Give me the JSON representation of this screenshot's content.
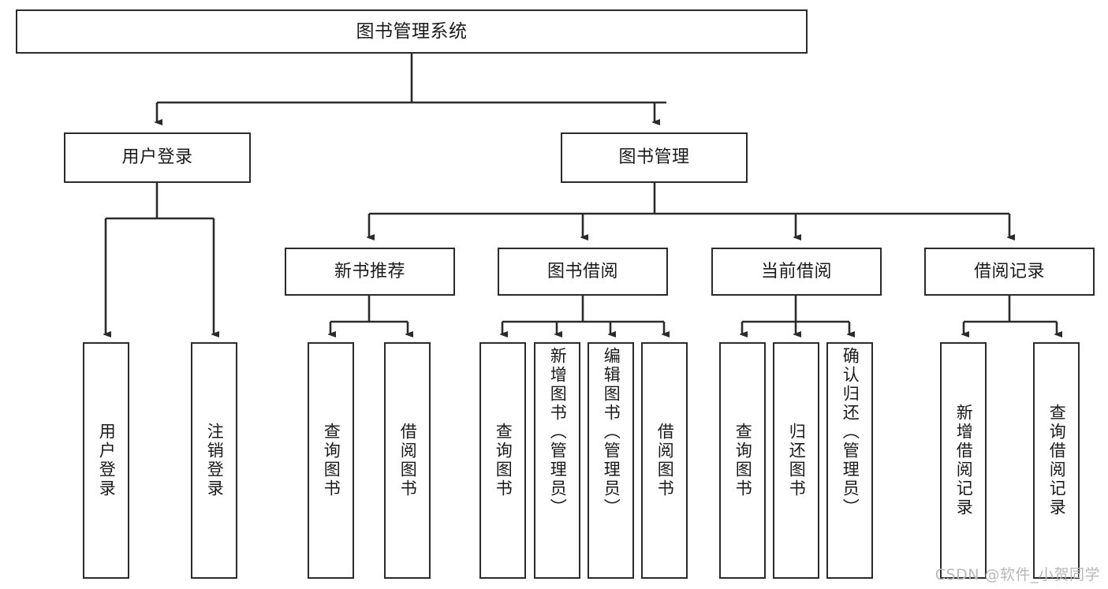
{
  "diagram": {
    "title": "图书管理系统",
    "type": "tree-hierarchy-chart",
    "line_color": "#2b2b2b",
    "box_fill": "#ffffff",
    "text_color": "#1a1a1a"
  },
  "root": {
    "label": "图书管理系统"
  },
  "level1": [
    {
      "label": "用户登录"
    },
    {
      "label": "图书管理"
    }
  ],
  "level2": [
    {
      "label": "新书推荐"
    },
    {
      "label": "图书借阅"
    },
    {
      "label": "当前借阅"
    },
    {
      "label": "借阅记录"
    }
  ],
  "leaves": {
    "user_login": [
      {
        "label": "用户登录"
      },
      {
        "label": "注销登录"
      }
    ],
    "new_book_recommend": [
      {
        "label": "查询图书"
      },
      {
        "label": "借阅图书"
      }
    ],
    "book_borrow": [
      {
        "label": "查询图书"
      },
      {
        "label": "新增图书（管理员）"
      },
      {
        "label": "编辑图书（管理员）"
      },
      {
        "label": "借阅图书"
      }
    ],
    "current_borrow": [
      {
        "label": "查询图书"
      },
      {
        "label": "归还图书"
      },
      {
        "label": "确认归还（管理员）"
      }
    ],
    "borrow_record": [
      {
        "label": "新增借阅记录"
      },
      {
        "label": "查询借阅记录"
      }
    ]
  },
  "watermark": {
    "text": "CSDN @软件_小贺同学"
  }
}
